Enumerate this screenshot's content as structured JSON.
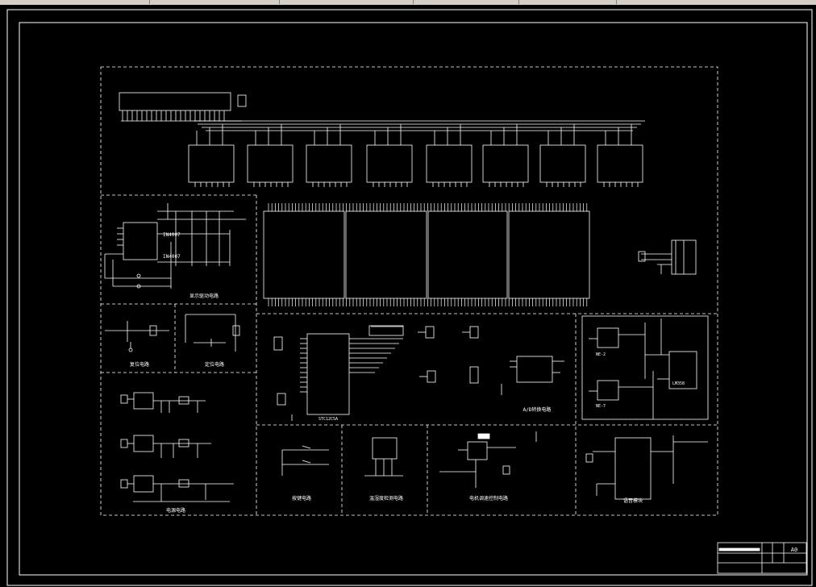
{
  "sheet": {
    "size_label": "A0",
    "title_block": {
      "label": "A0"
    }
  },
  "labels": {
    "ic_left_1": "IN4007",
    "ic_left_2": "IN4007",
    "mcu": "STC12C5A",
    "u_top": "NE-2",
    "u_bottom": "NE-7",
    "u_right": "LM358"
  },
  "sections": {
    "display_drive": "显示驱动电路",
    "reset": "复位电路",
    "positioning": "定位电路",
    "power": "电源电路",
    "ad_conversion": "A/D转换电路",
    "keys": "按键电路",
    "temp_detect": "温湿度检测电路",
    "motor_control": "电机调速控制电路",
    "voice": "语音模块"
  },
  "colors": {
    "background": "#000000",
    "lines": "#ffffff",
    "chrome": "#d4d0c8"
  }
}
